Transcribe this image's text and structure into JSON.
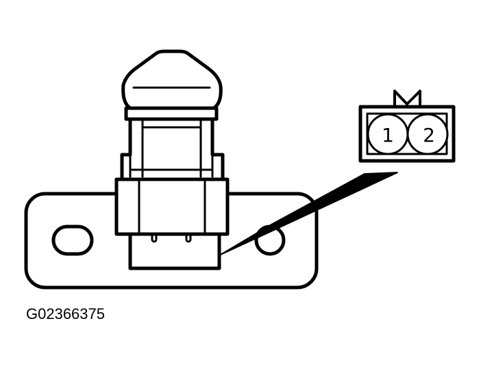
{
  "figure": {
    "caption": "G02366375",
    "connector": {
      "pins": [
        {
          "label": "1"
        },
        {
          "label": "2"
        }
      ]
    }
  },
  "colors": {
    "line": "#000000",
    "background": "#ffffff"
  }
}
